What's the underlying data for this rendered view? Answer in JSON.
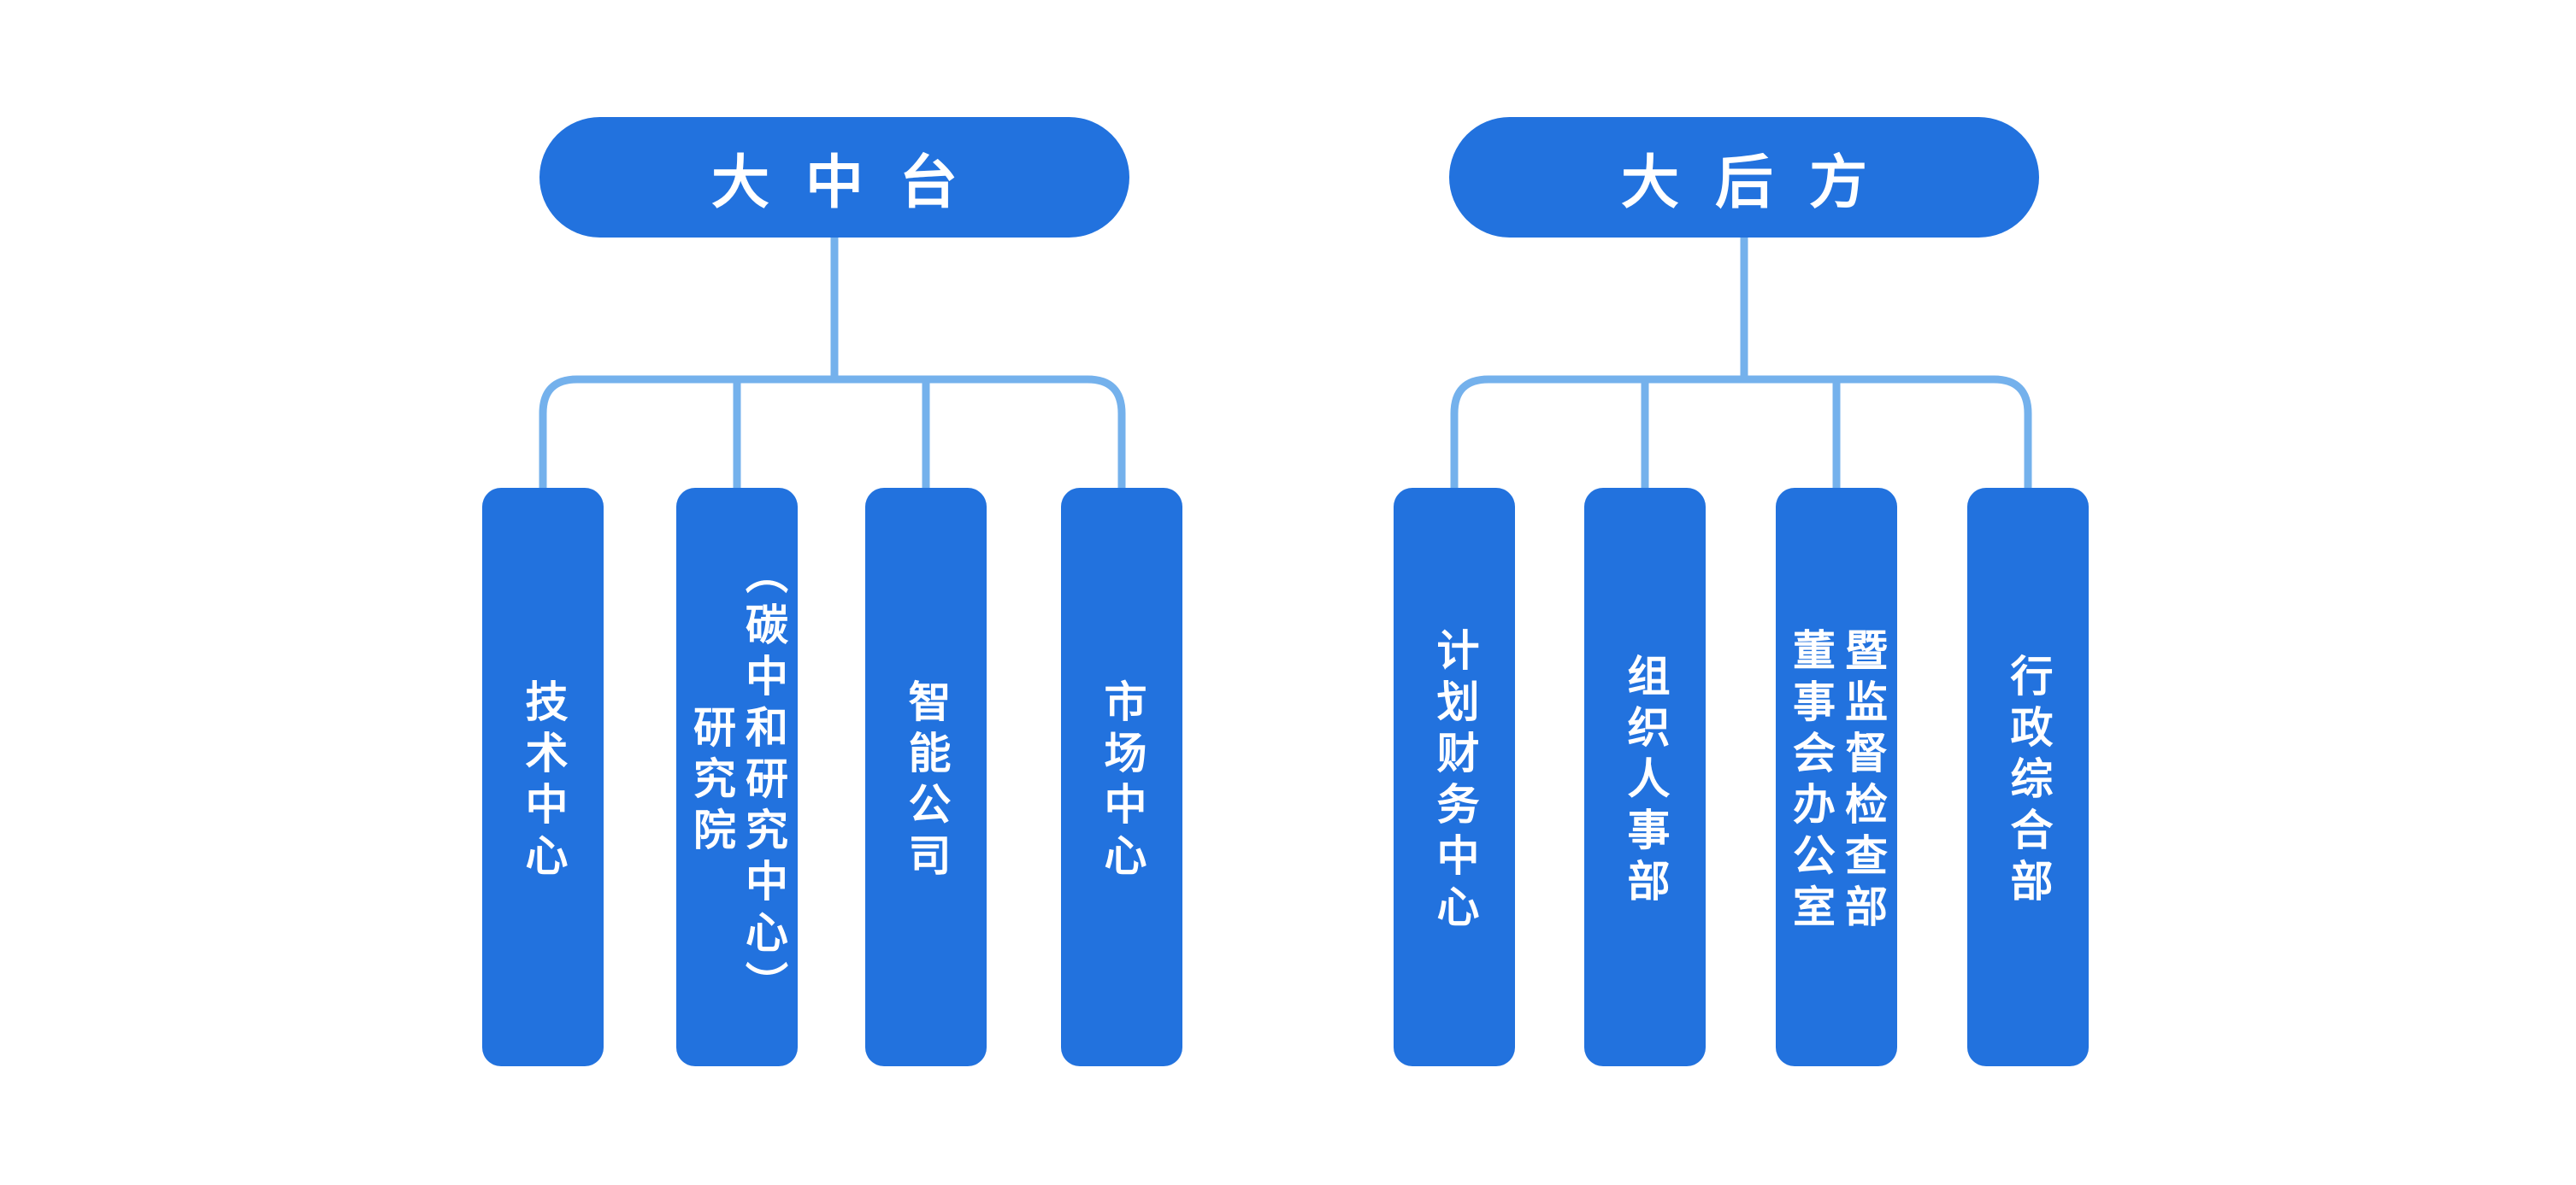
{
  "diagram": {
    "type": "org-chart",
    "background": "#FFFFFF",
    "node_color": "#2272DE",
    "connector_color": "#74B1EC",
    "text_color": "#FFFFFF",
    "groups": [
      {
        "root": {
          "label": "大中台"
        },
        "children": [
          {
            "label": "技术中心"
          },
          {
            "label": "研究院\n（碳中和研究中心）"
          },
          {
            "label": "智能公司"
          },
          {
            "label": "市场中心"
          }
        ]
      },
      {
        "root": {
          "label": "大后方"
        },
        "children": [
          {
            "label": "计划财务中心"
          },
          {
            "label": "组织人事部"
          },
          {
            "label": "董事会办公室\n暨监督检查部"
          },
          {
            "label": "行政综合部"
          }
        ]
      }
    ]
  }
}
